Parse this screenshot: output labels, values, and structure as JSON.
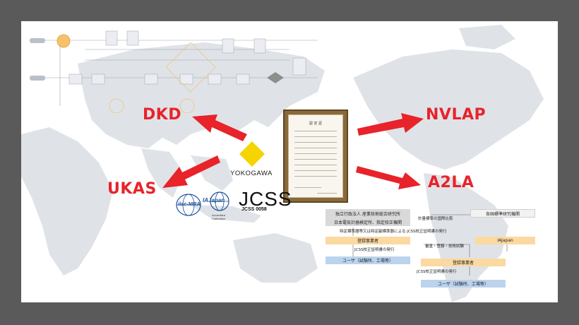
{
  "labels": {
    "dkd": "DKD",
    "ukas": "UKAS",
    "nvlap": "NVLAP",
    "a2la": "A2LA"
  },
  "logos": {
    "yokogawa": "YOKOGAWA",
    "jcss": "JCSS",
    "jcss_number": "JCSS 0058",
    "ilac_mra": "ilac-MRA",
    "ia_japan": "IAJapan",
    "accredited": "Accredited",
    "calibration": "Calibration"
  },
  "certificate": {
    "title": "認 定 証"
  },
  "traceability": {
    "aist": "独立行政法人 産業技術総合研究所",
    "jemic": "日本電気計器検定所、指定校正機関",
    "intl_compare": "計量標準の国際比較",
    "foreign_institutes": "各国標準研究機関",
    "issue_cert": "特定標準器等又は特定副標準器による JCSS校正証明書の発行",
    "registered1": "登録事業者",
    "jcss_issue1": "JCSS校正証明書の発行",
    "user1": "ユーザ（試験所、工場等）",
    "review": "審査・登録・技術試験",
    "iajapan": "IAJapan",
    "registered2": "登録事業者",
    "jcss_issue2": "JCSS校正証明書の発行",
    "user2": "ユーザ（試験所、工場等）"
  },
  "colors": {
    "red": "#e8232a",
    "map": "#dfe3e8",
    "yokogawa_yellow": "#f5d400",
    "flow_orange": "#fbd9a0",
    "flow_blue": "#bcd3ee",
    "flow_gray": "#d9d9d9"
  }
}
